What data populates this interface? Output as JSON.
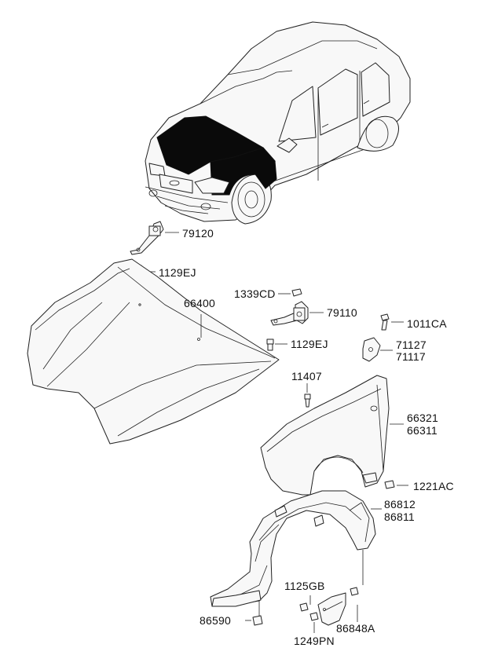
{
  "labels": {
    "l79120": "79120",
    "l1129ej_a": "1129EJ",
    "l66400": "66400",
    "l1339cd": "1339CD",
    "l79110": "79110",
    "l1129ej_b": "1129EJ",
    "l1011ca": "1011CA",
    "l71127": "71127",
    "l71117": "71117",
    "l11407": "11407",
    "l66321": "66321",
    "l66311": "66311",
    "l1221ac": "1221AC",
    "l86812": "86812",
    "l86811": "86811",
    "l1125gb": "1125GB",
    "l86590": "86590",
    "l86848a": "86848A",
    "l1249pn": "1249PN"
  },
  "colors": {
    "line": "#222222",
    "highlight": "#0a0a0a",
    "background": "#ffffff"
  }
}
